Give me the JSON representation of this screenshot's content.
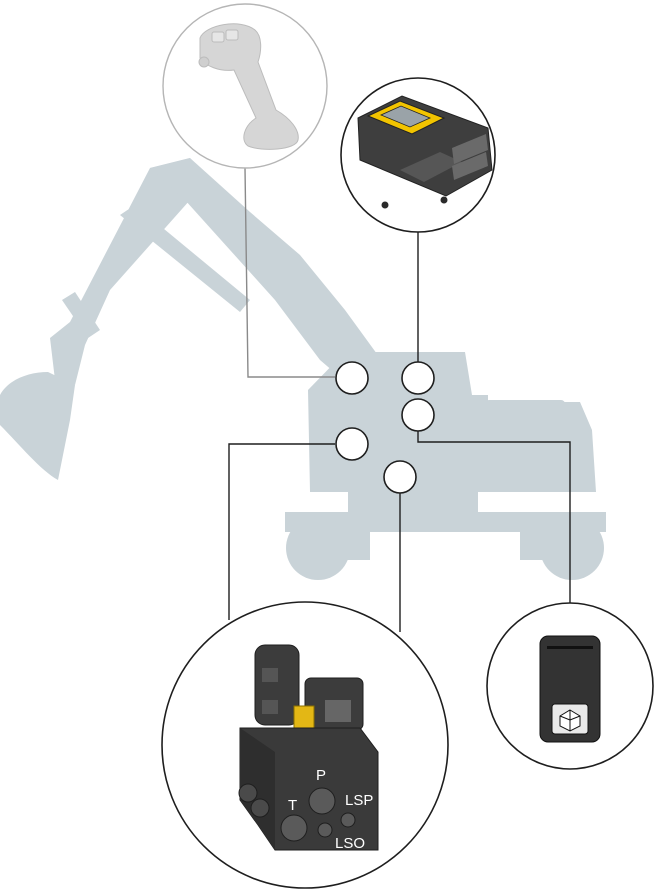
{
  "colors": {
    "machine_silhouette": "#c9d3d8",
    "connector_line": "#1e1e1e",
    "joystick_line": "#8a8a8a",
    "ecu_housing": "#3e3e3e",
    "ecu_display": "#f2c400",
    "valve_block": "#3a3a3a",
    "brass_fitting": "#e3b715",
    "sensor_body": "#333333"
  },
  "icons": {
    "joystick": "joystick-handle-icon",
    "ecu": "control-unit-icon",
    "valve": "hydraulic-valve-block-icon",
    "sensor": "angle-sensor-icon",
    "machine": "excavator-silhouette"
  },
  "valve_ports": {
    "p": "P",
    "t": "T",
    "lsp": "LSP",
    "lso": "LSO"
  }
}
